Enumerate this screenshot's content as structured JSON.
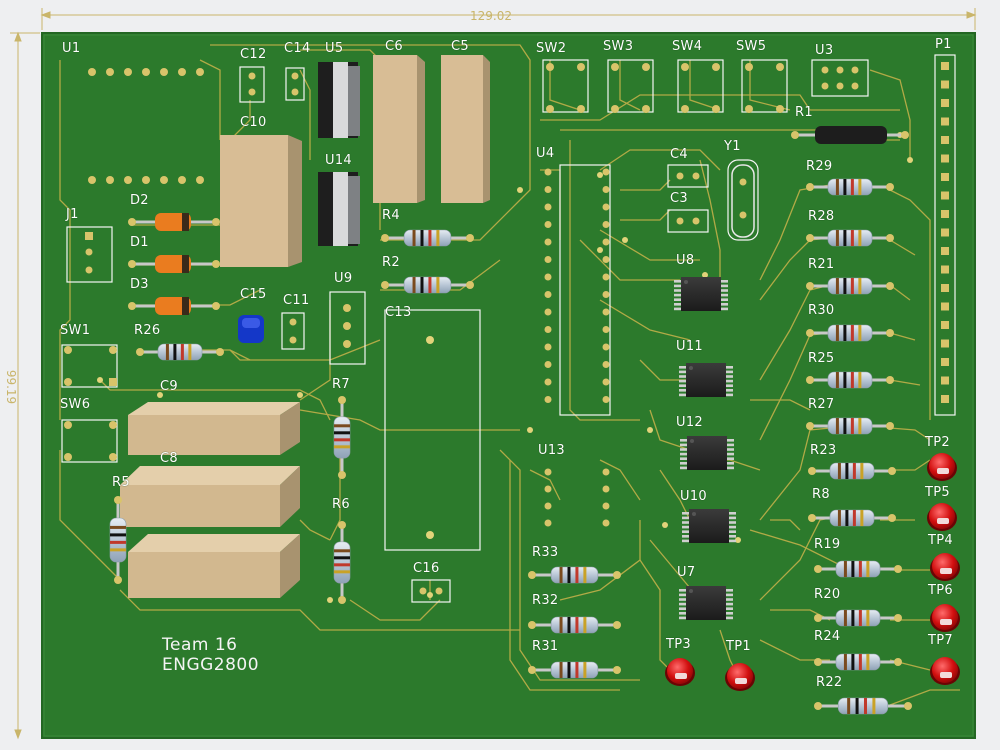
{
  "board": {
    "width_dimension": "129.02",
    "height_dimension": "99.19",
    "silkscreen_lines": [
      "Team 16",
      "ENGG2800"
    ],
    "colors": {
      "board": "#2c7a2c",
      "board_edge": "#236623",
      "trace": "#c2b44a",
      "pad": "#d8c46a",
      "silkscreen": "#ffffff",
      "background": "#eeeff1",
      "dimension_line": "#c9b56a"
    }
  },
  "components": {
    "icons": [
      "board-outline-icon",
      "ic-chip-icon",
      "resistor-icon",
      "diode-icon",
      "capacitor-block-icon",
      "test-point-icon",
      "switch-icon",
      "header-icon",
      "crystal-icon",
      "regulator-icon"
    ],
    "U1": "U1",
    "C12": "C12",
    "C14": "C14",
    "U5": "U5",
    "C6": "C6",
    "C5": "C5",
    "SW2": "SW2",
    "SW3": "SW3",
    "SW4": "SW4",
    "SW5": "SW5",
    "U3": "U3",
    "P1": "P1",
    "C10": "C10",
    "R1": "R1",
    "U14": "U14",
    "U4": "U4",
    "C4": "C4",
    "Y1": "Y1",
    "R29": "R29",
    "J1": "J1",
    "D2": "D2",
    "C3": "C3",
    "R4": "R4",
    "R28": "R28",
    "D1": "D1",
    "R2": "R2",
    "U8": "U8",
    "R21": "R21",
    "U9": "U9",
    "D3": "D3",
    "C15": "C15",
    "C11": "C11",
    "C13": "C13",
    "R30": "R30",
    "SW1": "SW1",
    "R26": "R26",
    "U11": "U11",
    "R25": "R25",
    "C9": "C9",
    "R7": "R7",
    "SW6": "SW6",
    "R27": "R27",
    "U12": "U12",
    "TP2": "TP2",
    "U13": "U13",
    "R23": "R23",
    "C8": "C8",
    "R5": "R5",
    "TP5": "TP5",
    "R6": "R6",
    "U10": "U10",
    "R8": "R8",
    "TP4": "TP4",
    "R33": "R33",
    "R19": "R19",
    "C16": "C16",
    "U7": "U7",
    "TP6": "TP6",
    "R32": "R32",
    "R20": "R20",
    "TP3": "TP3",
    "TP1": "TP1",
    "TP7": "TP7",
    "R24": "R24",
    "R31": "R31",
    "R22": "R22"
  }
}
